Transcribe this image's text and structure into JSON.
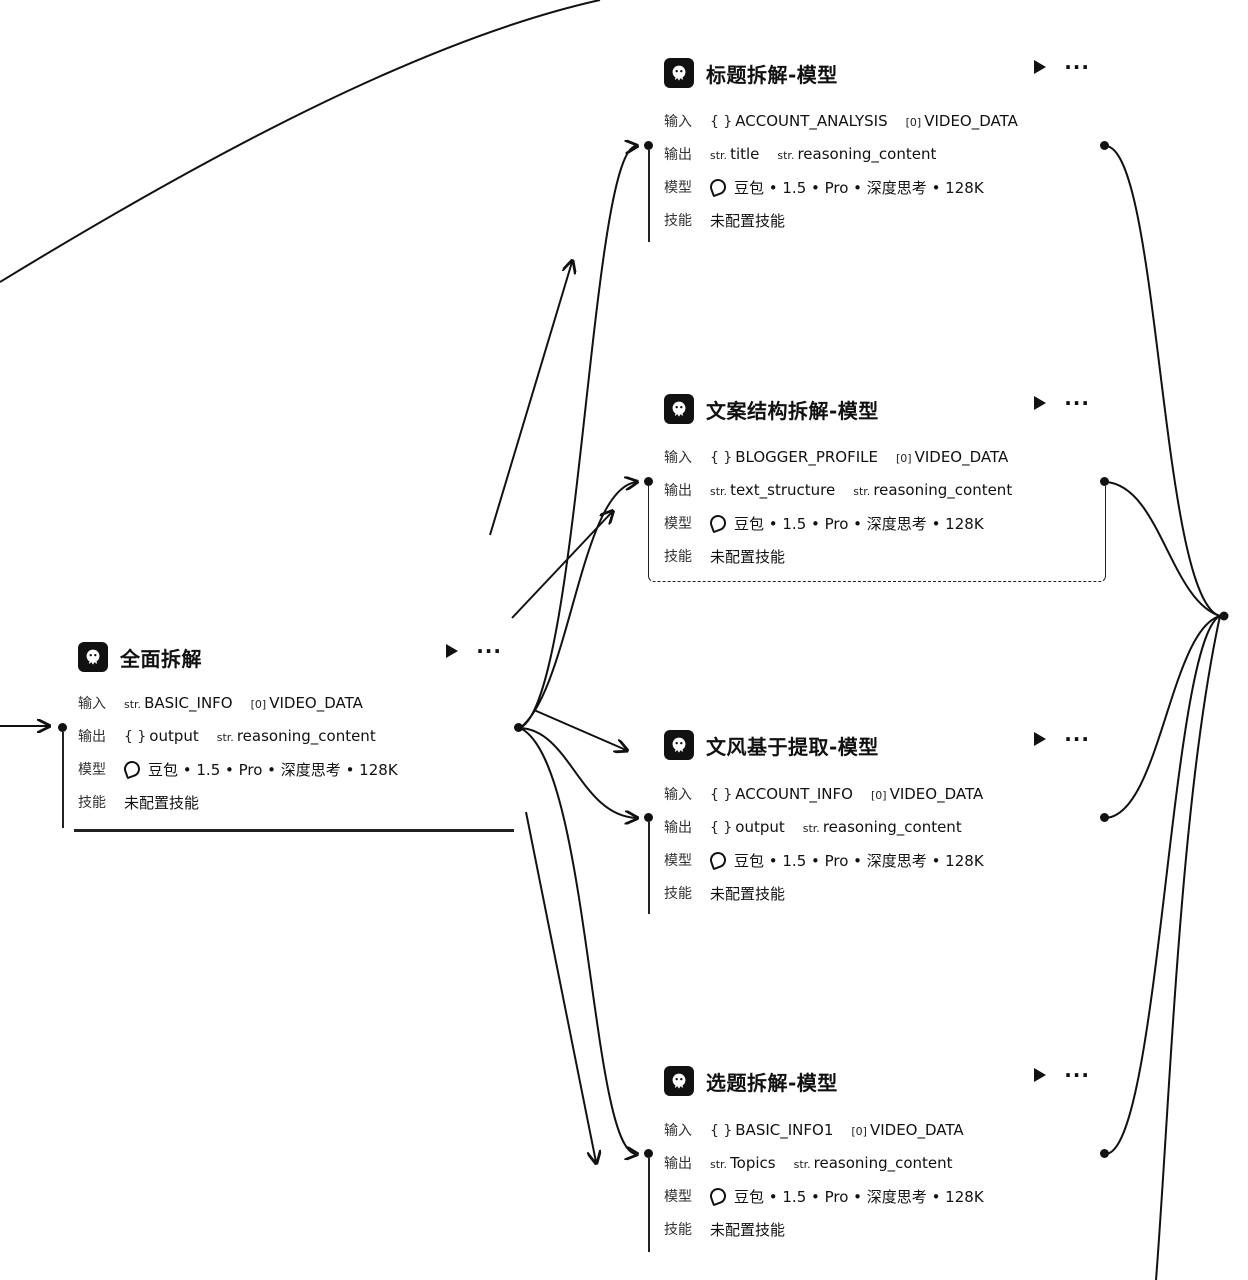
{
  "labels": {
    "input": "输入",
    "output": "输出",
    "model": "模型",
    "skill": "技能",
    "more": "···"
  },
  "nodes": [
    {
      "id": "source",
      "title": "全面拆解",
      "inputs": [
        {
          "type": "str.",
          "name": "BASIC_INFO"
        },
        {
          "type": "[0]",
          "name": "VIDEO_DATA"
        }
      ],
      "outputs": [
        {
          "type": "{ }",
          "name": "output"
        },
        {
          "type": "str.",
          "name": "reasoning_content"
        }
      ],
      "model": "豆包 • 1.5 • Pro • 深度思考 • 128K",
      "skill": "未配置技能"
    },
    {
      "id": "title-split",
      "title": "标题拆解-模型",
      "inputs": [
        {
          "type": "{ }",
          "name": "ACCOUNT_ANALYSIS"
        },
        {
          "type": "[0]",
          "name": "VIDEO_DATA"
        }
      ],
      "outputs": [
        {
          "type": "str.",
          "name": "title"
        },
        {
          "type": "str.",
          "name": "reasoning_content"
        }
      ],
      "model": "豆包 • 1.5 • Pro • 深度思考 • 128K",
      "skill": "未配置技能"
    },
    {
      "id": "copy-structure",
      "title": "文案结构拆解-模型",
      "inputs": [
        {
          "type": "{ }",
          "name": "BLOGGER_PROFILE"
        },
        {
          "type": "[0]",
          "name": "VIDEO_DATA"
        }
      ],
      "outputs": [
        {
          "type": "str.",
          "name": "text_structure"
        },
        {
          "type": "str.",
          "name": "reasoning_content"
        }
      ],
      "model": "豆包 • 1.5 • Pro • 深度思考 • 128K",
      "skill": "未配置技能"
    },
    {
      "id": "style-extract",
      "title": "文风基于提取-模型",
      "inputs": [
        {
          "type": "{ }",
          "name": "ACCOUNT_INFO"
        },
        {
          "type": "[0]",
          "name": "VIDEO_DATA"
        }
      ],
      "outputs": [
        {
          "type": "{ }",
          "name": "output"
        },
        {
          "type": "str.",
          "name": "reasoning_content"
        }
      ],
      "model": "豆包 • 1.5 • Pro • 深度思考 • 128K",
      "skill": "未配置技能"
    },
    {
      "id": "topic-split",
      "title": "选题拆解-模型",
      "inputs": [
        {
          "type": "{ }",
          "name": "BASIC_INFO1"
        },
        {
          "type": "[0]",
          "name": "VIDEO_DATA"
        }
      ],
      "outputs": [
        {
          "type": "str.",
          "name": "Topics"
        },
        {
          "type": "str.",
          "name": "reasoning_content"
        }
      ],
      "model": "豆包 • 1.5 • Pro • 深度思考 • 128K",
      "skill": "未配置技能"
    }
  ]
}
